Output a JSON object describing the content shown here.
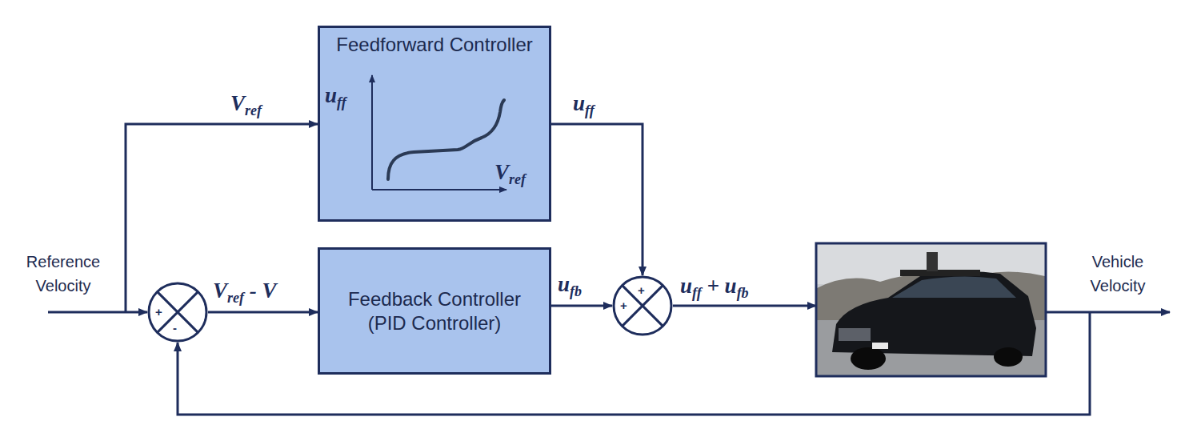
{
  "diagram": {
    "nodes": [
      {
        "text": [
          "Feedforward Controller"
        ]
      },
      {
        "text": [
          "Feedback Controller (PID Controller)"
        ]
      },
      {
        "text": [
          "+",
          "-"
        ]
      },
      {
        "text": [
          "+",
          "+"
        ]
      }
    ],
    "edges": [
      {
        "from": 2,
        "to": 1,
        "arrow": "to",
        "label": "Vref - V"
      },
      {
        "from": 1,
        "to": 3,
        "arrow": "to",
        "label": "ufb"
      },
      {
        "from": 0,
        "to": 3,
        "arrow": "to",
        "label": "uff"
      }
    ],
    "labels": [
      "Reference Velocity",
      "Vref",
      "uff",
      "Vref",
      "Vehicle Velocity",
      "uff + ufb"
    ]
  }
}
